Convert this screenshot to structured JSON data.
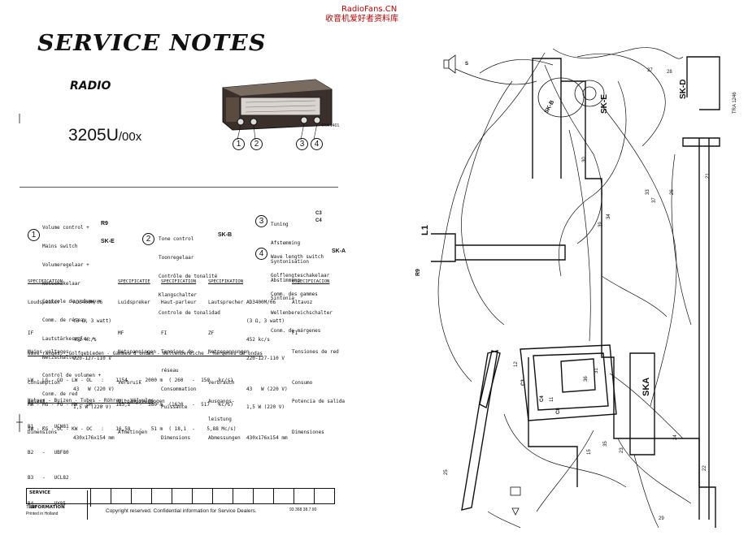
{
  "watermark": {
    "line1": "RadioFans.CN",
    "line2": "收音机爱好者资料库"
  },
  "header": {
    "title": "SERVICE NOTES",
    "subtitle": "RADIO",
    "model_main": "3205U",
    "model_suffix": "/00x",
    "photo_caption": "TRA 1401"
  },
  "callouts": [
    "1",
    "2",
    "3",
    "4"
  ],
  "controls": [
    {
      "num": "1",
      "lines": [
        "Volume control +",
        "Mains switch",
        "Volumeregelaar +",
        "Netschakelaar",
        "Controle de volume +",
        "Comm. de réseau",
        "Lautstärkeregler +",
        "Netzschalter",
        "Control de volumen +",
        "Conm. de red"
      ],
      "refs": [
        "R9",
        "SK-E"
      ]
    },
    {
      "num": "2",
      "lines": [
        "Tone control",
        "Toonregelaar",
        "Contrôle de tonalité",
        "Klangschalter",
        "Controle de tonalidad"
      ],
      "refs": [
        "SK-B"
      ]
    },
    {
      "num": "3",
      "lines": [
        "Tuning",
        "Afstemming",
        "Syntonisation",
        "Abstimmung",
        "Sintonia"
      ],
      "refs": [
        "C3",
        "C4"
      ]
    },
    {
      "num": "4",
      "lines": [
        "Wave length switch",
        "Golflengteschakelaar",
        "Comm. des gammes",
        "Wellenbereichschalter",
        "Conm. de márgenes"
      ],
      "refs": [
        "SK-A"
      ]
    }
  ],
  "spec_headers": [
    "SPECIFICATION",
    "SPECIFICATIE",
    "SPECIFICATION",
    "SPECIFIKATION",
    "ESPECIFICACION"
  ],
  "spec_col_en": [
    "Loudspeaker",
    "",
    "IF",
    "Mains voltages",
    "",
    "Consumption",
    "Output",
    "",
    "Dimensions"
  ],
  "spec_col_val": [
    "AD3400M/06",
    "(3 Ω, 3 watt)",
    "452 kc/s",
    "220-127-110 V",
    "",
    "43   W (220 V)",
    "1,5 W (220 V)",
    "",
    "430x176x154 mm"
  ],
  "spec_col_nl": [
    "Luidspreker",
    "",
    "MF",
    "Netspanningen",
    "",
    "Verbruik",
    "Uitgangsvermogen",
    "",
    "Afmetingen"
  ],
  "spec_col_fr": [
    "Haut-parleur",
    "",
    "FI",
    "Tensions de",
    "réseau",
    "Consommation",
    "Puissance",
    "",
    "Dimensions"
  ],
  "spec_col_de": [
    "Lautsprecher",
    "",
    "ZF",
    "Netzspannungen",
    "",
    "Verbrauch",
    "Ausgangs-",
    "leistung",
    "Abmessungen"
  ],
  "spec_col_val2": [
    "AD3400M/06",
    "(3 Ω, 3 watt)",
    "452 kc/s",
    "220-127-110 V",
    "",
    "43   W (220 V)",
    "1,5 W (220 V)",
    "",
    "430x176x154 mm"
  ],
  "spec_col_es": [
    "Altavoz",
    "",
    "FI",
    "Tensiones de red",
    "",
    "Consumo",
    "Potencia de salida",
    "",
    "Dimensiones"
  ],
  "wave_title": "Wave ranges - Golfgebieden - Gammes d'ondes - Wellenbereiche - Márgenes de ondas",
  "wave_rows": [
    "LW - LG - GO - LW - OL   :    1154    - 2000 m  ( 260   -  150   kc/s)",
    "MW - MG - PO - MW - OM   :    185,2   -  580 m  (1620   -  517   kc/s)",
    "SW - KG - OC - KW - OC   :    16,58   -   51 m  ( 18,1  -    5,88 Mc/s)"
  ],
  "tubes_title": "Valves - Buizen - Tubes - Röhren - Válvulas",
  "tubes": [
    {
      "ref": "B1",
      "type": "UCH81"
    },
    {
      "ref": "B2",
      "type": "UBF80"
    },
    {
      "ref": "B3",
      "type": "UCL82"
    },
    {
      "ref": "B4",
      "type": "UY85"
    }
  ],
  "footer": {
    "box_label_1": "SERVICE",
    "box_label_2": "INFORMATION",
    "code": "TL/20",
    "printed": "Printed in Holland",
    "copyright": "Copyright reserved. Confidential information for Service Dealers.",
    "docno": "93 368 38.7.90"
  },
  "diagram": {
    "labels": [
      "SK-D",
      "SK-E",
      "SK-B",
      "SKA",
      "L1",
      "R9",
      "TRA 1246",
      "S",
      "C3",
      "C4",
      "C8"
    ],
    "numbers": [
      "27",
      "28",
      "26",
      "34",
      "39",
      "35",
      "15",
      "23",
      "24",
      "22",
      "21",
      "25",
      "11",
      "29",
      "12",
      "30",
      "33",
      "36",
      "37",
      "31"
    ]
  }
}
